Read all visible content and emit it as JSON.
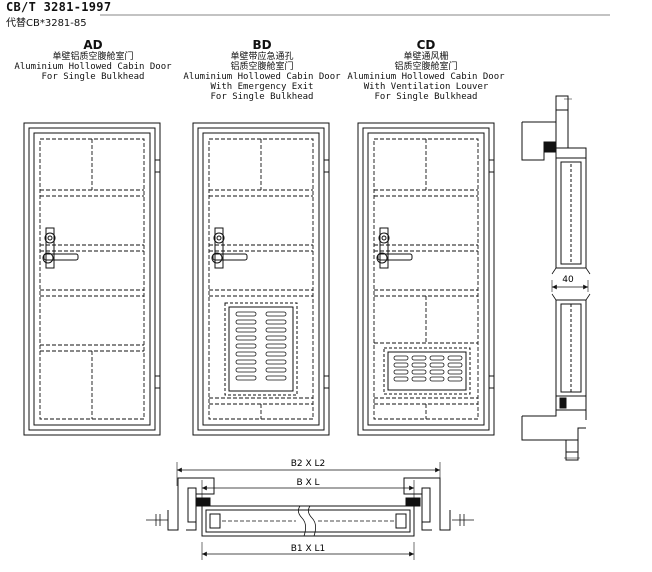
{
  "header": {
    "standard": "CB/T 3281-1997",
    "replaces": "代替CB*3281-85"
  },
  "doors": [
    {
      "code": "AD",
      "name_cn": "单壁铝质空腹舱室门",
      "name_en_1": "Aluminium Hollowed Cabin Door",
      "name_en_2": "For Single Bulkhead",
      "name_en_3": ""
    },
    {
      "code": "BD",
      "name_cn": "单壁带应急通孔",
      "name_cn_2": "铝质空腹舱室门",
      "name_en_1": "Aluminium Hollowed Cabin Door",
      "name_en_2": "With Emergency Exit",
      "name_en_3": "For Single Bulkhead"
    },
    {
      "code": "CD",
      "name_cn": "单壁通风栅",
      "name_cn_2": "铝质空腹舱室门",
      "name_en_1": "Aluminium Hollowed Cabin Door",
      "name_en_2": "With Ventilation Louver",
      "name_en_3": "For Single Bulkhead"
    }
  ],
  "section": {
    "depth_label": "40"
  },
  "plan": {
    "dim_outer": "B2 X L2",
    "dim_mid": "B X L",
    "dim_inner": "B1 X L1"
  },
  "colors": {
    "line": "#111111",
    "background": "#ffffff"
  }
}
